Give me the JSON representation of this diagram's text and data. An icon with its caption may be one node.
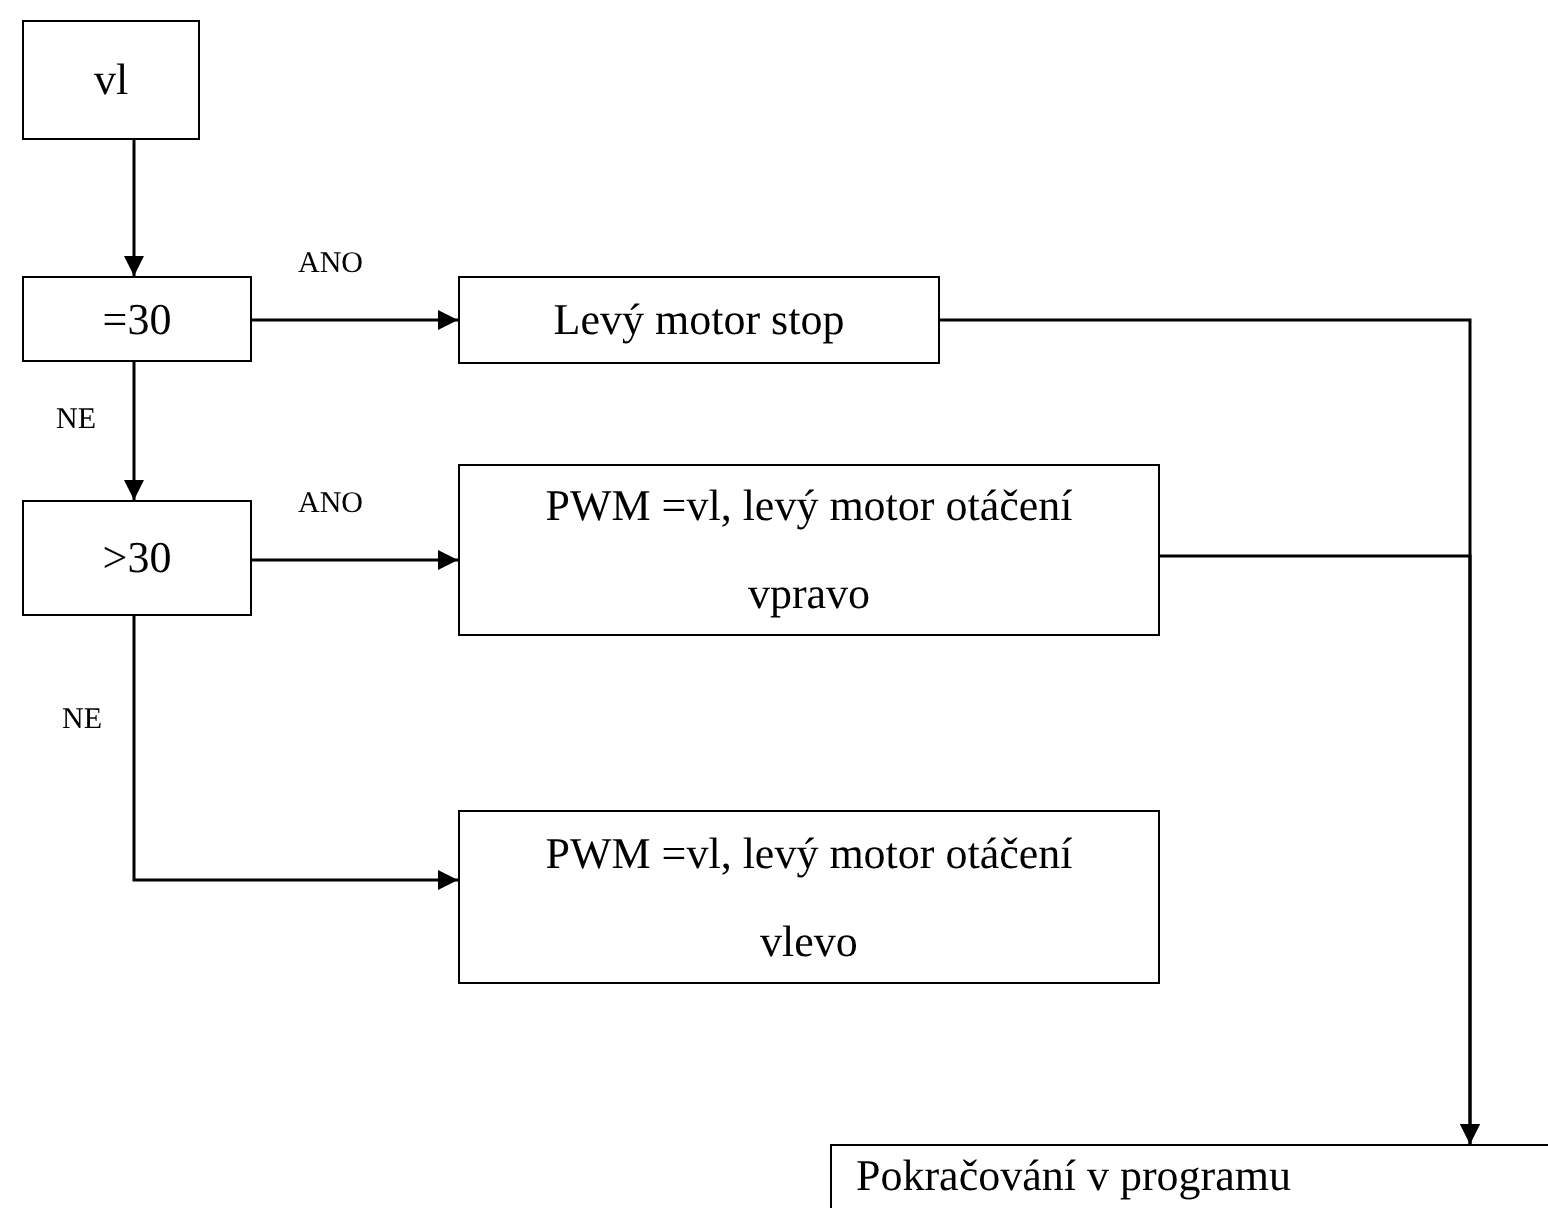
{
  "diagram": {
    "nodes": [
      {
        "text": [
          "vl"
        ]
      },
      {
        "text": [
          "=30"
        ]
      },
      {
        "text": [
          "Levý motor stop"
        ]
      },
      {
        "text": [
          ">30"
        ]
      },
      {
        "text": [
          "PWM =vl, levý motor otáčení vpravo"
        ]
      },
      {
        "text": [
          "PWM =vl, levý motor otáčení vlevo"
        ]
      },
      {
        "text": [
          "Pokračování v programu"
        ]
      }
    ],
    "edges": [
      {
        "from": 0,
        "to": 1,
        "arrow": "to"
      },
      {
        "from": 1,
        "to": 2,
        "arrow": "to",
        "label": "ANO"
      },
      {
        "from": 1,
        "to": 3,
        "arrow": "to",
        "label": "NE"
      },
      {
        "from": 3,
        "to": 4,
        "arrow": "to",
        "label": "ANO"
      },
      {
        "from": 3,
        "to": 5,
        "arrow": "to",
        "label": "NE"
      },
      {
        "from": 2,
        "to": 6,
        "arrow": "to"
      },
      {
        "from": 4,
        "to": 6,
        "arrow": "to"
      }
    ]
  }
}
